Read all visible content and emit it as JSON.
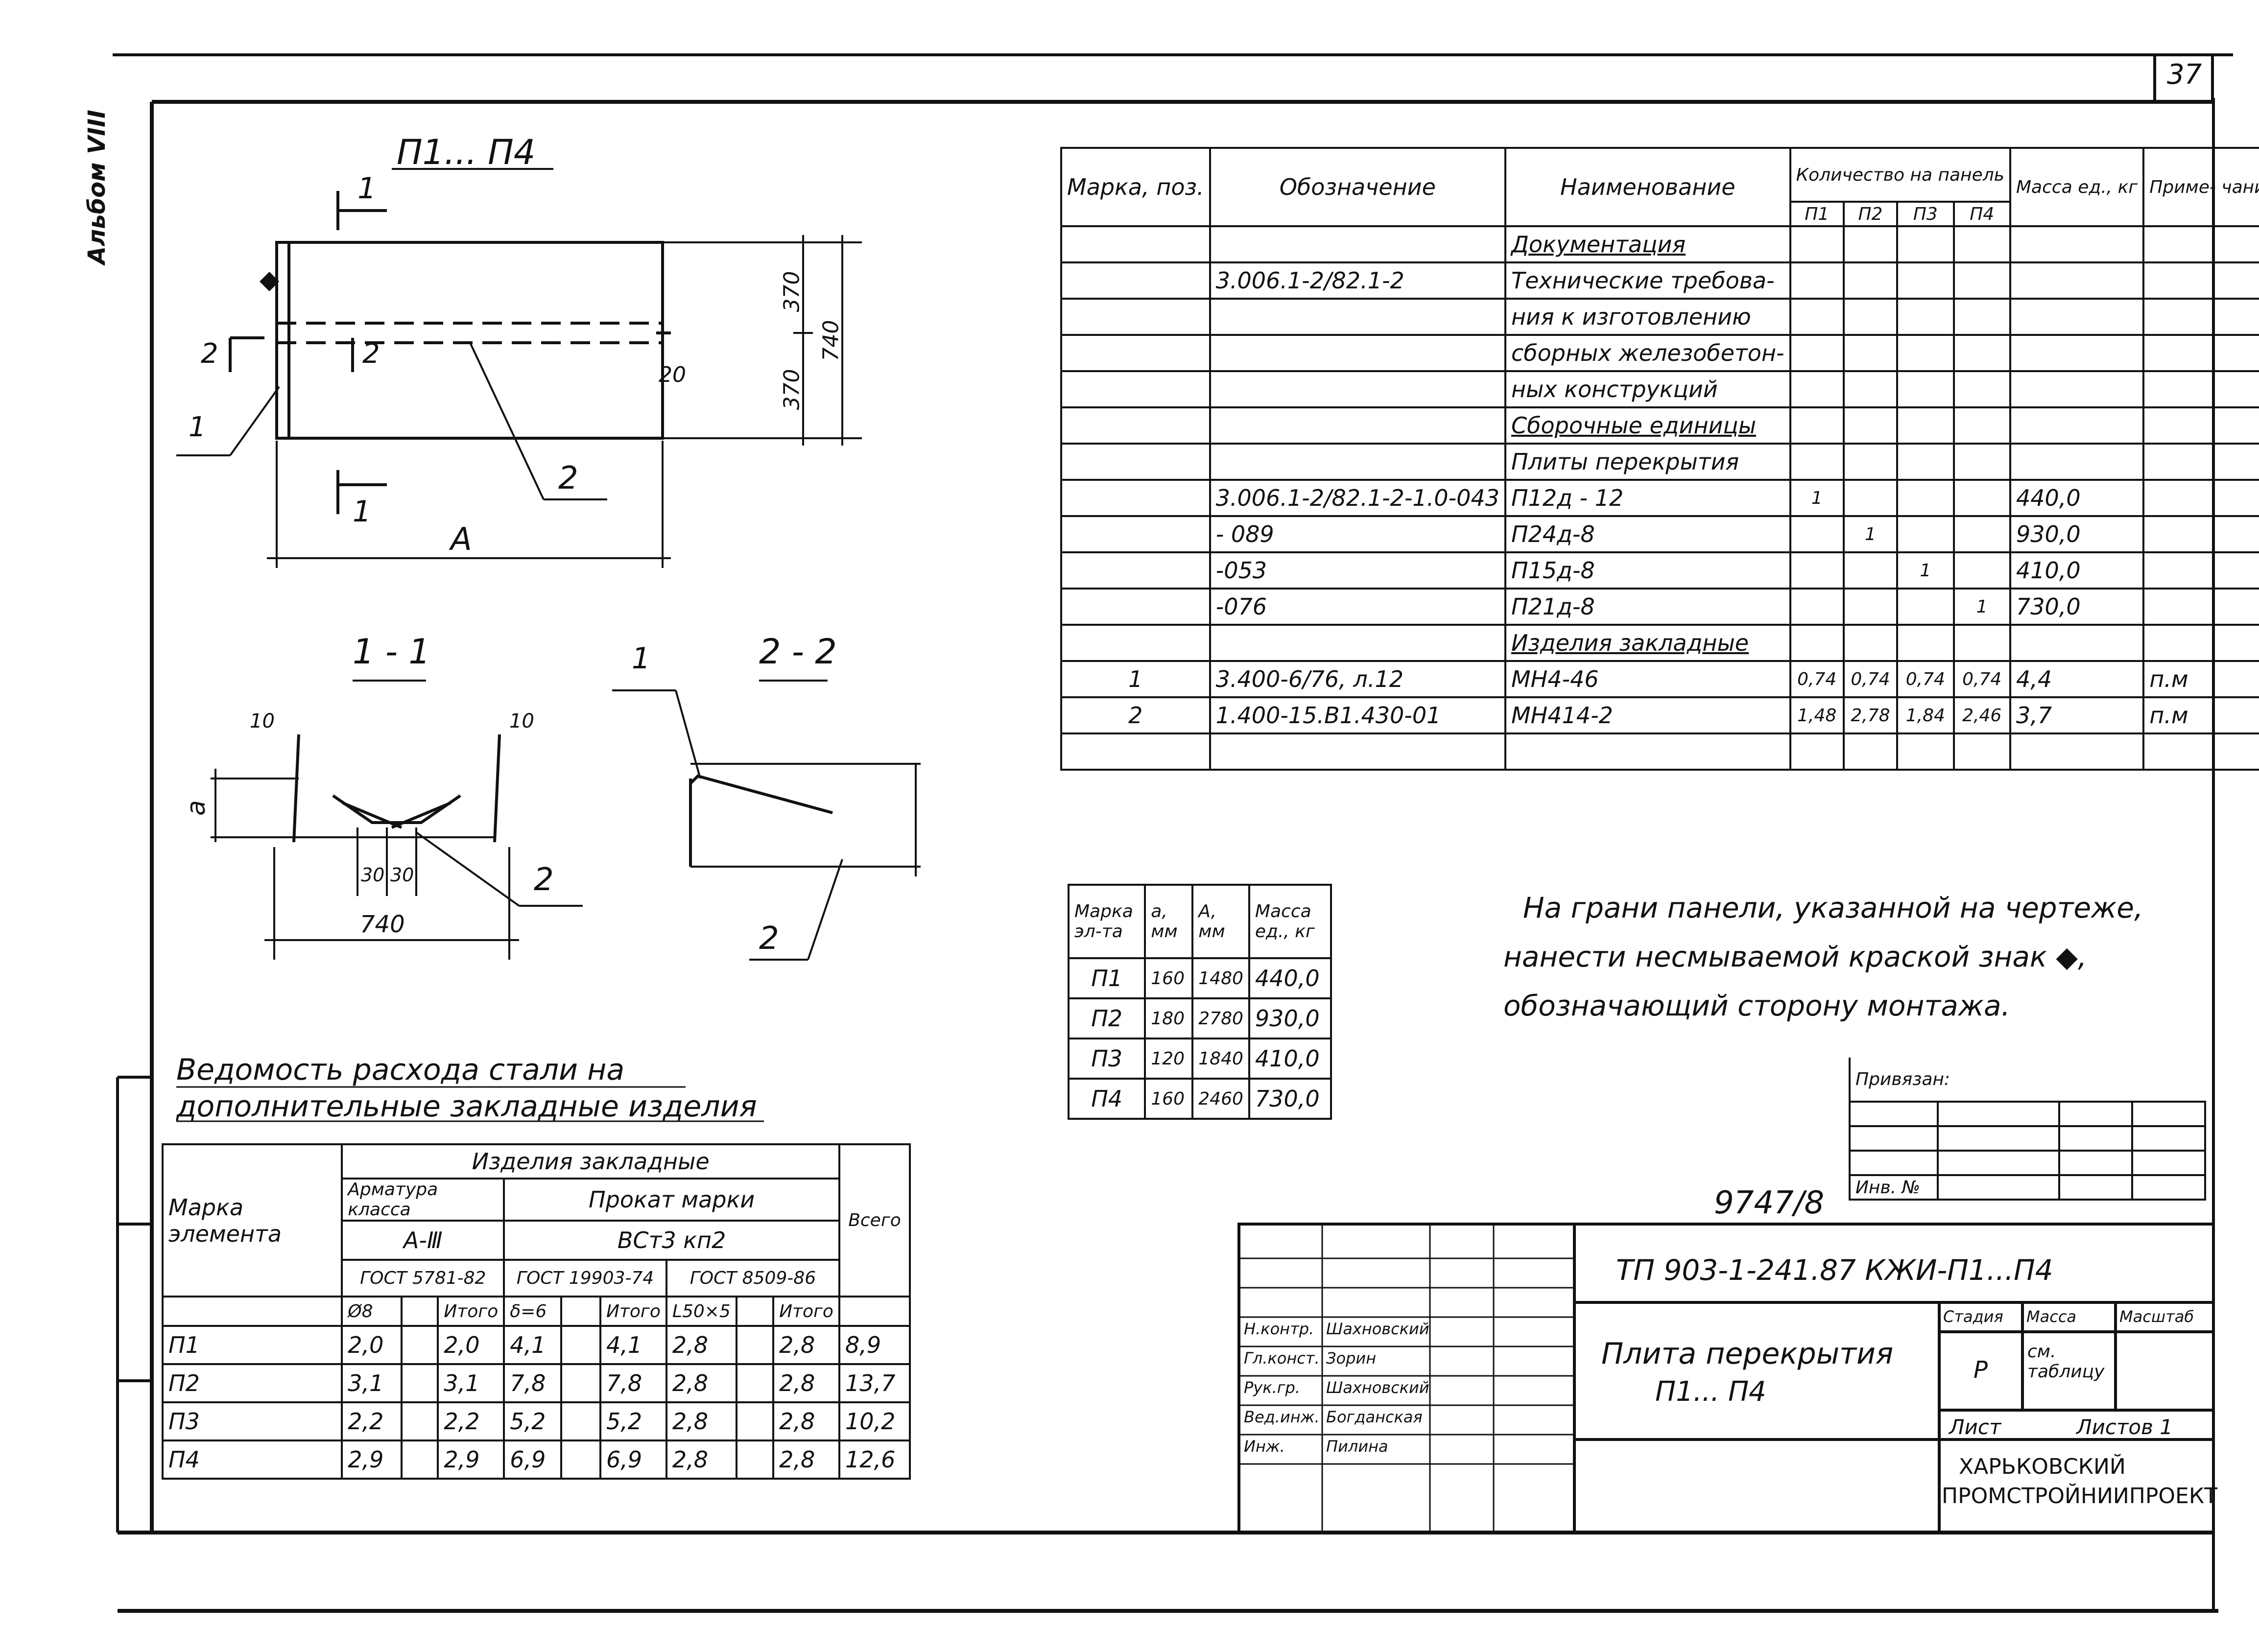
{
  "sheet": {
    "page_number": "37",
    "album_label": "Альбом VIII",
    "inventory_number": "9747/8"
  },
  "drawing": {
    "plan_title": "П1... П4",
    "section_1_1": "1 - 1",
    "section_2_2": "2 - 2",
    "label_1": "1",
    "label_2": "2",
    "dim_A": "A",
    "dim_a": "a",
    "dim_370_top": "370",
    "dim_370_bottom": "370",
    "dim_740_side": "740",
    "dim_20": "20",
    "dim_10_left": "10",
    "dim_10_right": "10",
    "dim_30a": "30",
    "dim_30b": "30",
    "dim_740_bottom": "740"
  },
  "spec": {
    "headers": {
      "mark": "Марка, поз.",
      "designation": "Обозначение",
      "name": "Наименование",
      "qty": "Количество на панель",
      "p1": "П1",
      "p2": "П2",
      "p3": "П3",
      "p4": "П4",
      "mass": "Масса ед., кг",
      "note": "Приме- чание"
    },
    "rows": [
      {
        "mark": "",
        "designation": "",
        "name": "Документация",
        "p1": "",
        "p2": "",
        "p3": "",
        "p4": "",
        "mass": "",
        "note": ""
      },
      {
        "mark": "",
        "designation": "3.006.1-2/82.1-2",
        "name": "Технические требова-",
        "p1": "",
        "p2": "",
        "p3": "",
        "p4": "",
        "mass": "",
        "note": ""
      },
      {
        "mark": "",
        "designation": "",
        "name": "ния к изготовлению",
        "p1": "",
        "p2": "",
        "p3": "",
        "p4": "",
        "mass": "",
        "note": ""
      },
      {
        "mark": "",
        "designation": "",
        "name": "сборных железобетон-",
        "p1": "",
        "p2": "",
        "p3": "",
        "p4": "",
        "mass": "",
        "note": ""
      },
      {
        "mark": "",
        "designation": "",
        "name": "ных конструкций",
        "p1": "",
        "p2": "",
        "p3": "",
        "p4": "",
        "mass": "",
        "note": ""
      },
      {
        "mark": "",
        "designation": "",
        "name": "Сборочные единицы",
        "p1": "",
        "p2": "",
        "p3": "",
        "p4": "",
        "mass": "",
        "note": ""
      },
      {
        "mark": "",
        "designation": "",
        "name": "Плиты перекрытия",
        "p1": "",
        "p2": "",
        "p3": "",
        "p4": "",
        "mass": "",
        "note": ""
      },
      {
        "mark": "",
        "designation": "3.006.1-2/82.1-2-1.0-043",
        "name": "П12д - 12",
        "p1": "1",
        "p2": "",
        "p3": "",
        "p4": "",
        "mass": "440,0",
        "note": ""
      },
      {
        "mark": "",
        "designation": "- 089",
        "name": "П24д-8",
        "p1": "",
        "p2": "1",
        "p3": "",
        "p4": "",
        "mass": "930,0",
        "note": ""
      },
      {
        "mark": "",
        "designation": "-053",
        "name": "П15д-8",
        "p1": "",
        "p2": "",
        "p3": "1",
        "p4": "",
        "mass": "410,0",
        "note": ""
      },
      {
        "mark": "",
        "designation": "-076",
        "name": "П21д-8",
        "p1": "",
        "p2": "",
        "p3": "",
        "p4": "1",
        "mass": "730,0",
        "note": ""
      },
      {
        "mark": "",
        "designation": "",
        "name": "Изделия закладные",
        "p1": "",
        "p2": "",
        "p3": "",
        "p4": "",
        "mass": "",
        "note": ""
      },
      {
        "mark": "1",
        "designation": "3.400-6/76, л.12",
        "name": "МН4-46",
        "p1": "0,74",
        "p2": "0,74",
        "p3": "0,74",
        "p4": "0,74",
        "mass": "4,4",
        "note": "п.м"
      },
      {
        "mark": "2",
        "designation": "1.400-15.В1.430-01",
        "name": "МН414-2",
        "p1": "1,48",
        "p2": "2,78",
        "p3": "1,84",
        "p4": "2,46",
        "mass": "3,7",
        "note": "п.м"
      },
      {
        "mark": "",
        "designation": "",
        "name": "",
        "p1": "",
        "p2": "",
        "p3": "",
        "p4": "",
        "mass": "",
        "note": ""
      }
    ]
  },
  "dims_table": {
    "headers": {
      "mark": "Марка эл-та",
      "a": "a, мм",
      "A": "A, мм",
      "mass": "Масса ед., кг"
    },
    "rows": [
      {
        "mark": "П1",
        "a": "160",
        "A": "1480",
        "mass": "440,0"
      },
      {
        "mark": "П2",
        "a": "180",
        "A": "2780",
        "mass": "930,0"
      },
      {
        "mark": "П3",
        "a": "120",
        "A": "1840",
        "mass": "410,0"
      },
      {
        "mark": "П4",
        "a": "160",
        "A": "2460",
        "mass": "730,0"
      }
    ]
  },
  "note": {
    "line1": "На грани панели, указанной на чертеже,",
    "line2": "нанести несмываемой краской знак ◆,",
    "line3": "обозначающий сторону монтажа."
  },
  "steel": {
    "title1": "Ведомость расхода стали на",
    "title2": "дополнительные закладные изделия",
    "h_element": "Марка элемента",
    "h_items": "Изделия закладные",
    "h_rebar": "Арматура класса",
    "h_rolled": "Прокат марки",
    "h_total": "Всего",
    "h_a3": "А-Ⅲ",
    "h_vst": "ВСт3 кп2",
    "h_gost1": "ГОСТ 5781-82",
    "h_gost2": "ГОСТ 19903-74",
    "h_gost3": "ГОСТ 8509-86",
    "h_d8": "Ø8",
    "h_itogo1": "Итого",
    "h_d6": "δ=6",
    "h_itogo2": "Итого",
    "h_l50": "L50×5",
    "h_itogo3": "Итого",
    "rows": [
      {
        "el": "П1",
        "a": "2,0",
        "a_tot": "2,0",
        "b": "4,1",
        "b_tot": "4,1",
        "c": "2,8",
        "c_tot": "2,8",
        "total": "8,9"
      },
      {
        "el": "П2",
        "a": "3,1",
        "a_tot": "3,1",
        "b": "7,8",
        "b_tot": "7,8",
        "c": "2,8",
        "c_tot": "2,8",
        "total": "13,7"
      },
      {
        "el": "П3",
        "a": "2,2",
        "a_tot": "2,2",
        "b": "5,2",
        "b_tot": "5,2",
        "c": "2,8",
        "c_tot": "2,8",
        "total": "10,2"
      },
      {
        "el": "П4",
        "a": "2,9",
        "a_tot": "2,9",
        "b": "6,9",
        "b_tot": "6,9",
        "c": "2,8",
        "c_tot": "2,8",
        "total": "12,6"
      }
    ]
  },
  "stamp": {
    "privyazan": "Привязан:",
    "inv": "Инв. №",
    "code": "ТП 903-1-241.87      КЖИ-П1...П4",
    "title_line1": "Плита перекрытия",
    "title_line2": "П1... П4",
    "stage_h": "Стадия",
    "mass_h": "Масса",
    "scale_h": "Масштаб",
    "stage": "Р",
    "mass": "см. таблицу",
    "sheet_h": "Лист",
    "sheets_h": "Листов 1",
    "org1": "ХАРЬКОВСКИЙ",
    "org2": "ПРОМСТРОЙНИИПРОЕКТ",
    "signers": [
      {
        "role": "Н.контр.",
        "name": "Шахновский"
      },
      {
        "role": "Гл.конст.",
        "name": "Зорин"
      },
      {
        "role": "Рук.гр.",
        "name": "Шахновский"
      },
      {
        "role": "Вед.инж.",
        "name": "Богданская"
      },
      {
        "role": "Инж.",
        "name": "Пилина"
      }
    ]
  }
}
